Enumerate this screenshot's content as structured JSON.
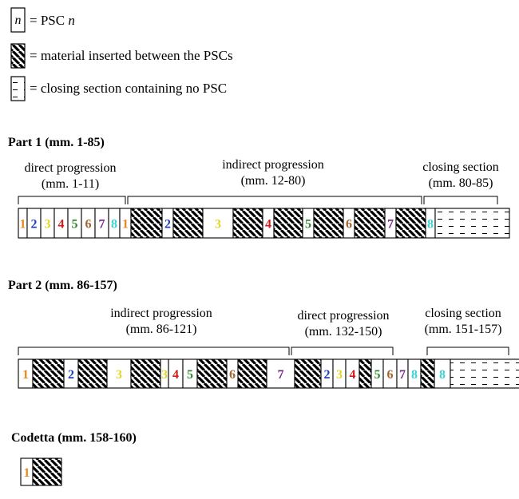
{
  "colors": {
    "1": "#e8871e",
    "2": "#1f3fbf",
    "3": "#e3d629",
    "4": "#d01c1c",
    "5": "#2e8b2e",
    "6": "#a0642d",
    "7": "#7b2a8a",
    "8": "#3fd3d3",
    "border": "#000000"
  },
  "legend": {
    "psc_symbol": "n",
    "psc_text": "= PSC ",
    "psc_italic": "n",
    "inserted_text": "= material inserted between the PSCs",
    "closing_text": "= closing section containing no PSC"
  },
  "parts": [
    {
      "title": "Part 1 (mm. 1-85)",
      "sections": [
        {
          "line1": "direct progression",
          "line2": "(mm. 1-11)"
        },
        {
          "line1": "indirect progression",
          "line2": "(mm. 12-80)"
        },
        {
          "line1": "closing section",
          "line2": "(mm. 80-85)"
        }
      ],
      "cells": [
        "1",
        "2",
        "3",
        "4",
        "5",
        "6",
        "7",
        "8",
        "1",
        "H",
        "2",
        "H",
        "3",
        "H",
        "4",
        "H",
        "5",
        "H",
        "6",
        "H",
        "7",
        "H",
        "8",
        "C"
      ]
    },
    {
      "title": "Part 2 (mm. 86-157)",
      "sections": [
        {
          "line1": "indirect progression",
          "line2": "(mm. 86-121)"
        },
        {
          "line1": "direct progression",
          "line2": "(mm. 132-150)"
        },
        {
          "line1": "closing section",
          "line2": "(mm. 151-157)"
        }
      ],
      "cells": [
        "1",
        "H",
        "2",
        "H",
        "3",
        "H",
        "3",
        "4",
        "5",
        "H",
        "6",
        "H",
        "7",
        "H",
        "2",
        "3",
        "4",
        "H",
        "5",
        "6",
        "7",
        "8",
        "H",
        "8",
        "C"
      ]
    },
    {
      "title": "Codetta (mm. 158-160)",
      "cells": [
        "1",
        "H"
      ]
    }
  ]
}
